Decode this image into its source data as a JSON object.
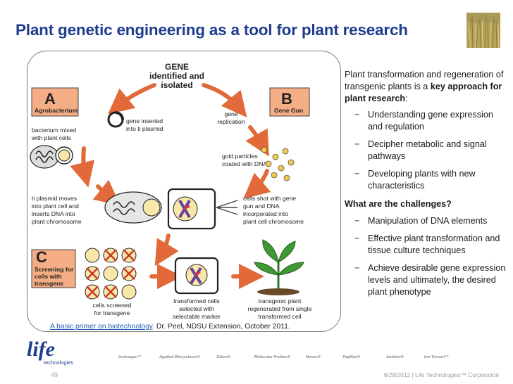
{
  "slide": {
    "title": "Plant genetic engineering as a tool for plant research",
    "page_number": "49",
    "footer_note": "6/28/2012 | Life Technologies™ Corporation"
  },
  "diagram": {
    "gene_title": [
      "GENE",
      "identified and",
      "isolated"
    ],
    "box_a_letter": "A",
    "box_a_label": "Agrobacterium",
    "box_b_letter": "B",
    "box_b_label": "Gene Gun",
    "box_c_letter": "C",
    "box_c_label": [
      "Screening for",
      "cells with",
      "transgene"
    ],
    "gene_inserted": [
      "gene inserted",
      "into ti plasmid"
    ],
    "gene_replication": [
      "gene",
      "replication"
    ],
    "bacterium_mixed": [
      "bacterium mixed",
      "with plant cells"
    ],
    "gold_particles": [
      "gold particles",
      "coated with DNA"
    ],
    "ti_plasmid_moves": [
      "ti plasmid moves",
      "into plant cell and",
      "inserts DNA into",
      "plant chromosome"
    ],
    "cells_shot": [
      "cells shot with gene",
      "gun and DNA",
      "incorporated into",
      "plant cell chromosome"
    ],
    "cells_screened": [
      "cells screened",
      "for transgene"
    ],
    "transformed_cells": [
      "transformed cells",
      "selected with",
      "selectable marker"
    ],
    "transgenic_plant": [
      "transgenic plant",
      "regenerated from single",
      "transformed cell"
    ]
  },
  "caption": {
    "link_text": "A basic primer on biotechnology",
    "rest": ". Dr. Peel, NDSU Extension, October 2011."
  },
  "content": {
    "intro_plain": "Plant transformation and regeneration of transgenic plants is a ",
    "intro_bold": "key approach for plant research",
    "intro_end": ":",
    "bullets_1": [
      "Understanding gene expression and regulation",
      "Decipher metabolic and signal pathways",
      "Developing plants with new characteristics"
    ],
    "challenges_heading": "What are the challenges?",
    "bullets_2": [
      "Manipulation of DNA elements",
      "Effective plant transformation and tissue culture techniques",
      "Achieve desirable gene expression levels and ultimately, the desired plant phenotype"
    ],
    "dash": "−"
  },
  "footer": {
    "logo_word": "life",
    "logo_sub": "technologies",
    "brands": [
      "Invitrogen™",
      "Applied Biosystems®",
      "Gibco®",
      "Molecular Probes®",
      "Novex®",
      "TaqMan®",
      "Ambion®",
      "Ion Torrent™"
    ]
  },
  "colors": {
    "title": "#1f3d8f",
    "arrow": "#e26a3a",
    "box_fill": "#f4ad84",
    "link": "#1f5fb5",
    "leaf": "#3f9a35"
  }
}
